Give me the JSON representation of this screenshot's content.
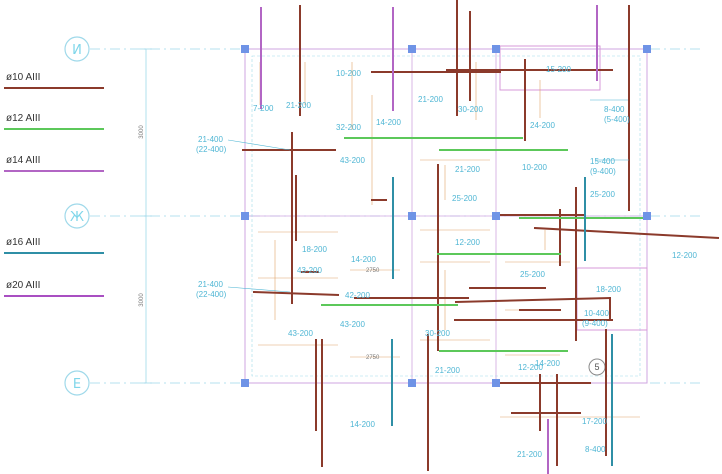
{
  "colors": {
    "d10": "#8b3a2b",
    "d12": "#5cc85a",
    "d14": "#b266c4",
    "d16": "#2f8fa6",
    "d20": "#a94fc2",
    "axis": "#9fd9ea",
    "column": "#6f93e6",
    "dim": "#e0a36a",
    "spec": "#4fb6d4",
    "frame": "#d79ad9"
  },
  "legend": [
    {
      "label": "ø10  AIII",
      "color": "#8b3a2b"
    },
    {
      "label": "ø12  AIII",
      "color": "#5cc85a"
    },
    {
      "label": "ø14  AIII",
      "color": "#b266c4"
    },
    {
      "label": "ø16  AIII",
      "color": "#2f8fa6"
    },
    {
      "label": "ø20  AIII",
      "color": "#a94fc2"
    }
  ],
  "axes": {
    "top": "И",
    "middle": "Ж",
    "bottom": "Е",
    "right_marker": "5"
  },
  "dims": {
    "upper": "3000",
    "lower": "3000",
    "span_a": "2750",
    "span_b": "2750"
  },
  "notes": [
    {
      "text": "7-200"
    },
    {
      "text": "21-200"
    },
    {
      "text": "10-200"
    },
    {
      "text": "32-200"
    },
    {
      "text": "14-200"
    },
    {
      "text": "21-200"
    },
    {
      "text": "30-200"
    },
    {
      "text": "15-200"
    },
    {
      "text": "24-200"
    },
    {
      "text": "21-400"
    },
    {
      "text": "(22-400)"
    },
    {
      "text": "43-200"
    },
    {
      "text": "21-200"
    },
    {
      "text": "10-200"
    },
    {
      "text": "25-200"
    },
    {
      "text": "15-400"
    },
    {
      "text": "(9-400)"
    },
    {
      "text": "25-200"
    },
    {
      "text": "18-200"
    },
    {
      "text": "14-200"
    },
    {
      "text": "12-200"
    },
    {
      "text": "12-200"
    },
    {
      "text": "43-200"
    },
    {
      "text": "21-400"
    },
    {
      "text": "(22-400)"
    },
    {
      "text": "42-200"
    },
    {
      "text": "43-200"
    },
    {
      "text": "25-200"
    },
    {
      "text": "18-200"
    },
    {
      "text": "10-400"
    },
    {
      "text": "(9-400)"
    },
    {
      "text": "43-200"
    },
    {
      "text": "14-200"
    },
    {
      "text": "30-200"
    },
    {
      "text": "21-200"
    },
    {
      "text": "12-200"
    },
    {
      "text": "14-200"
    },
    {
      "text": "17-200"
    },
    {
      "text": "8-400"
    },
    {
      "text": "21-200"
    },
    {
      "text": "8-400"
    },
    {
      "text": "(5-400)"
    }
  ]
}
